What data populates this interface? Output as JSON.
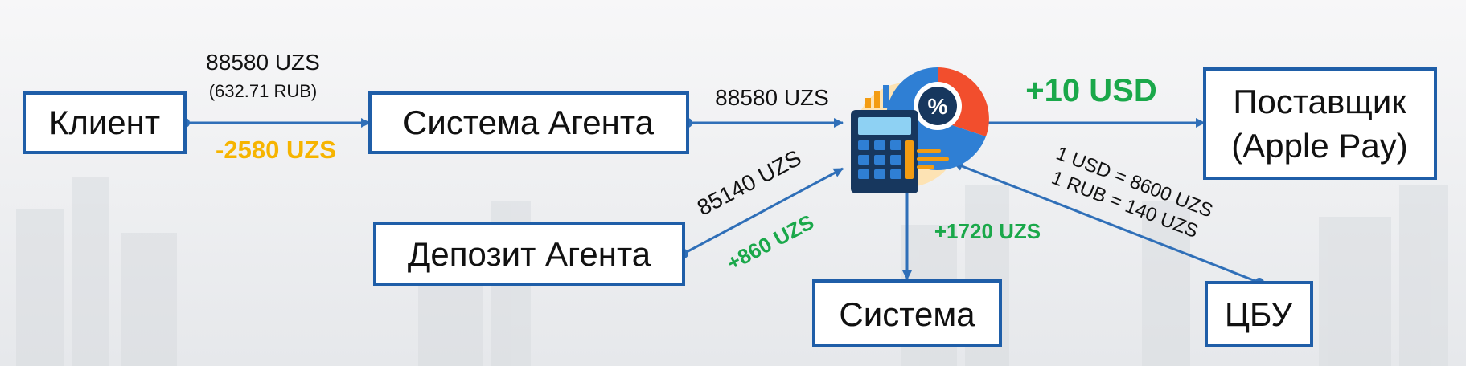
{
  "nodes": {
    "client": "Клиент",
    "agent_system": "Система Агента",
    "agent_deposit": "Депозит Агента",
    "supplier_line1": "Поставщик",
    "supplier_line2": "(Apple Pay)",
    "system": "Система",
    "cbu": "ЦБУ"
  },
  "edges": {
    "client_to_agent_amount": "88580 UZS",
    "client_to_agent_rub": "(632.71 RUB)",
    "client_to_agent_fee": "-2580 UZS",
    "agent_to_calc_amount": "88580 UZS",
    "deposit_to_calc_amount": "85140 UZS",
    "deposit_to_calc_bonus": "+860 UZS",
    "calc_to_supplier_amount": "+10 USD",
    "calc_to_system_amount": "+1720 UZS",
    "cbu_rate_usd": "1 USD = 8600 UZS",
    "cbu_rate_rub": "1 RUB = 140 UZS"
  },
  "icons": {
    "calculator": "calculator-percent-icon"
  },
  "colors": {
    "box_border": "#1f5ea8",
    "arrow": "#2f6fb8",
    "fee_orange": "#f6b400",
    "gain_green": "#1aa84a",
    "text_dark": "#111111"
  }
}
